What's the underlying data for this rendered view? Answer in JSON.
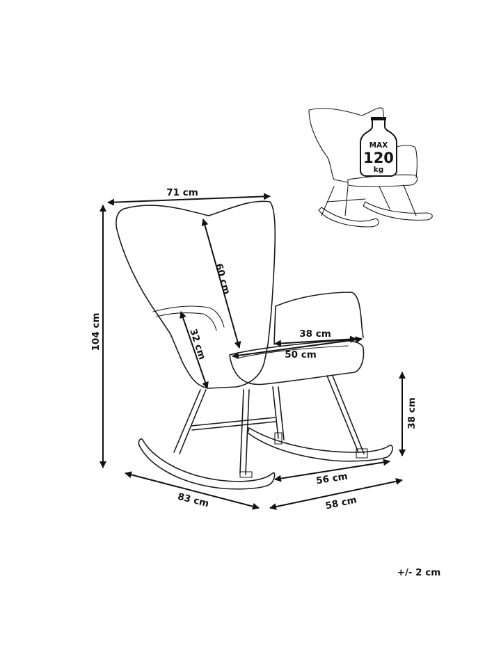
{
  "dimensions": {
    "width_top": "71 cm",
    "backrest_height": "60 cm",
    "total_height": "104 cm",
    "seat_depth": "38 cm",
    "seat_width": "50 cm",
    "armrest_height": "32 cm",
    "seat_height": "38 cm",
    "base_depth": "56 cm",
    "total_depth": "83 cm",
    "total_width": "58 cm"
  },
  "weight_badge": {
    "line1": "MAX",
    "line2": "120",
    "line3": "kg"
  },
  "tolerance": "+/- 2 cm"
}
